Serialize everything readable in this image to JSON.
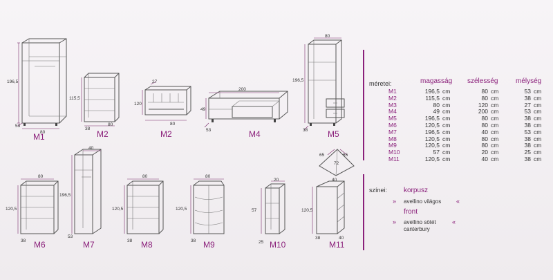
{
  "furniture_labels": [
    "M1",
    "M2",
    "M2",
    "M4",
    "M5",
    "M6",
    "M7",
    "M8",
    "M9",
    "M10",
    "M11"
  ],
  "dimension_labels": {
    "m1": [
      "196,5",
      "53",
      "80"
    ],
    "m2a": [
      "115,5",
      "38",
      "80"
    ],
    "m2b": [
      "27",
      "120",
      "80"
    ],
    "m4": [
      "200",
      "49",
      "53"
    ],
    "m5": [
      "80",
      "196,5",
      "38"
    ],
    "m6": [
      "80",
      "120,5",
      "38"
    ],
    "m7": [
      "40",
      "196,5",
      "53"
    ],
    "m8": [
      "80",
      "120,5",
      "38"
    ],
    "m9": [
      "80",
      "120,5",
      "38"
    ],
    "m10": [
      "20",
      "57",
      "25"
    ],
    "m11": [
      "65",
      "65",
      "72",
      "40",
      "120,5",
      "38",
      "40"
    ]
  },
  "size_table": {
    "label": "méretei:",
    "headers": {
      "height": "magasság",
      "width": "szélesség",
      "depth": "mélység"
    },
    "unit": "cm",
    "rows": [
      {
        "code": "M1",
        "h": "196,5",
        "w": "80",
        "d": "53"
      },
      {
        "code": "M2",
        "h": "115,5",
        "w": "80",
        "d": "38"
      },
      {
        "code": "M3",
        "h": "80",
        "w": "120",
        "d": "27"
      },
      {
        "code": "M4",
        "h": "49",
        "w": "200",
        "d": "53"
      },
      {
        "code": "M5",
        "h": "196,5",
        "w": "80",
        "d": "38"
      },
      {
        "code": "M6",
        "h": "120,5",
        "w": "80",
        "d": "38"
      },
      {
        "code": "M7",
        "h": "196,5",
        "w": "40",
        "d": "53"
      },
      {
        "code": "M8",
        "h": "120,5",
        "w": "80",
        "d": "38"
      },
      {
        "code": "M9",
        "h": "120,5",
        "w": "80",
        "d": "38"
      },
      {
        "code": "M10",
        "h": "57",
        "w": "20",
        "d": "25"
      },
      {
        "code": "M11",
        "h": "120,5",
        "w": "40",
        "d": "38"
      }
    ]
  },
  "colors_section": {
    "label": "színei:",
    "korpusz_title": "korpusz",
    "korpusz_value": "avellino világos",
    "front_title": "front",
    "front_value_line1": "avellino sötét",
    "front_value_line2": "canterbury",
    "open_mark": "»",
    "close_mark": "«"
  },
  "accent_color": "#8a1f7a"
}
